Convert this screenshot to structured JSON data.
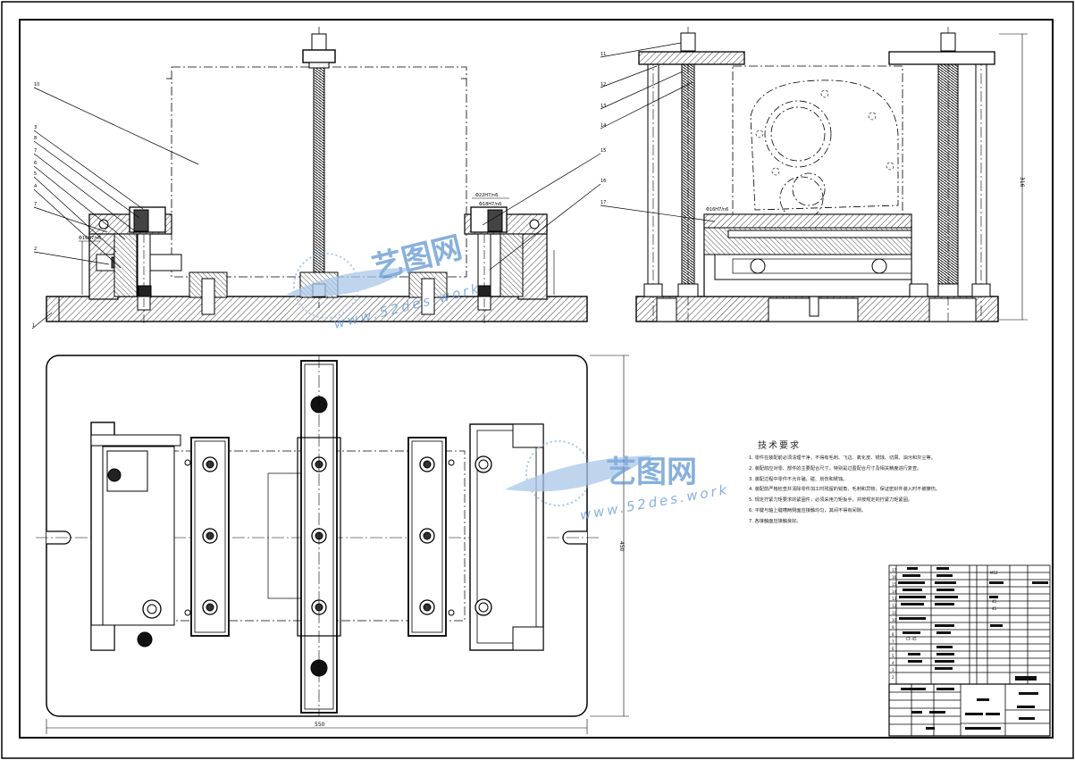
{
  "watermark": {
    "brand": "艺图网",
    "url": "www.52des.work"
  },
  "technical_requirements": {
    "title": "技术要求",
    "items": [
      "1. 零件在装配前必须清理干净，不得有毛刺、飞边、氧化皮、锈蚀、切屑、油污和灰尘等。",
      "2. 装配前应对零、部件的主要配合尺寸，特别是过盈配合尺寸及相关精度进行复查。",
      "3. 装配过程中零件不允许磕、碰、划伤和锈蚀。",
      "4. 装配前严格检查并清除零件加工时残留的锐角、毛刺和异物，保证密封件装入时不被擦伤。",
      "5. 规定拧紧力矩要求的紧固件，必须采用力矩扳手，并按规定的拧紧力矩紧固。",
      "6. 平键与轴上键槽两侧面应接触均匀，其间不得有间隙。",
      "7. 各接触面应接触良好。"
    ]
  },
  "dimensions": {
    "overall_length": "550",
    "plate_width": "450",
    "side_height": "316"
  },
  "fit_annotations": [
    "Φ22H7/n6",
    "Φ18H7/n6",
    "Φ16H7/n6",
    "Φ16H7/n6"
  ],
  "part_balloons": [
    "1",
    "2",
    "3",
    "4",
    "5",
    "6",
    "7",
    "8",
    "9",
    "10",
    "11",
    "12",
    "13",
    "14",
    "15",
    "16",
    "17"
  ],
  "title_block": {
    "bom_rows": [
      "1",
      "2",
      "3",
      "4",
      "5",
      "6",
      "7",
      "8",
      "9",
      "10",
      "11",
      "12",
      "13",
      "14",
      "15",
      "16",
      "17"
    ],
    "legible": [
      "CF-45",
      "M12",
      "45",
      "45"
    ]
  }
}
